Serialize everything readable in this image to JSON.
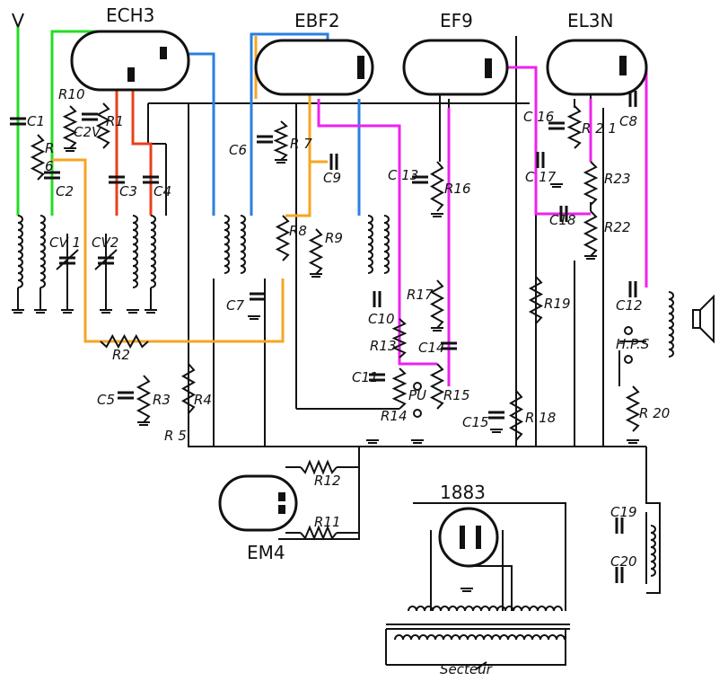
{
  "tubes": {
    "ech3": "ECH3",
    "ebf2": "EBF2",
    "ef9": "EF9",
    "el3n": "EL3N",
    "em4": "EM4",
    "rect": "1883"
  },
  "labels": {
    "C1": "C1",
    "R6": "R",
    "R6n": "6",
    "C2": "C2",
    "R10": "R10",
    "C2V": "C2V",
    "R1": "R1",
    "C3": "C3",
    "C4": "C4",
    "CV1": "CV 1",
    "CV2": "CV2",
    "R2": "R2",
    "C5": "C5",
    "R3": "R3",
    "R4": "R4",
    "R5": "R 5",
    "C6": "C6",
    "R7": "R 7",
    "C9": "C9",
    "R8": "R8",
    "R9": "R9",
    "C7": "C7",
    "C13": "C 13",
    "R16": "R16",
    "R17": "R17",
    "C10": "C10",
    "R13": "R13",
    "C14": "C14",
    "C11": "C11",
    "PU": "PU",
    "R14": "R14",
    "R15": "R15",
    "C16": "C 16",
    "R21": "R 2 1",
    "C8": "C8",
    "C17": "C 17",
    "R23": "R23",
    "C18": "C18",
    "R22": "R22",
    "R19": "R19",
    "C12": "C12",
    "HPS": "H.P.S",
    "R20": "R 20",
    "C15": "C15",
    "R18": "R 18",
    "R12": "R12",
    "R11": "R11",
    "C19": "C19",
    "C20": "C20",
    "secteur": "Secteur"
  },
  "colors": {
    "antenna": "#22dd22",
    "av": "#f5a623",
    "osc": "#e8401c",
    "if": "#2a7fe0",
    "af": "#ee22ee"
  }
}
